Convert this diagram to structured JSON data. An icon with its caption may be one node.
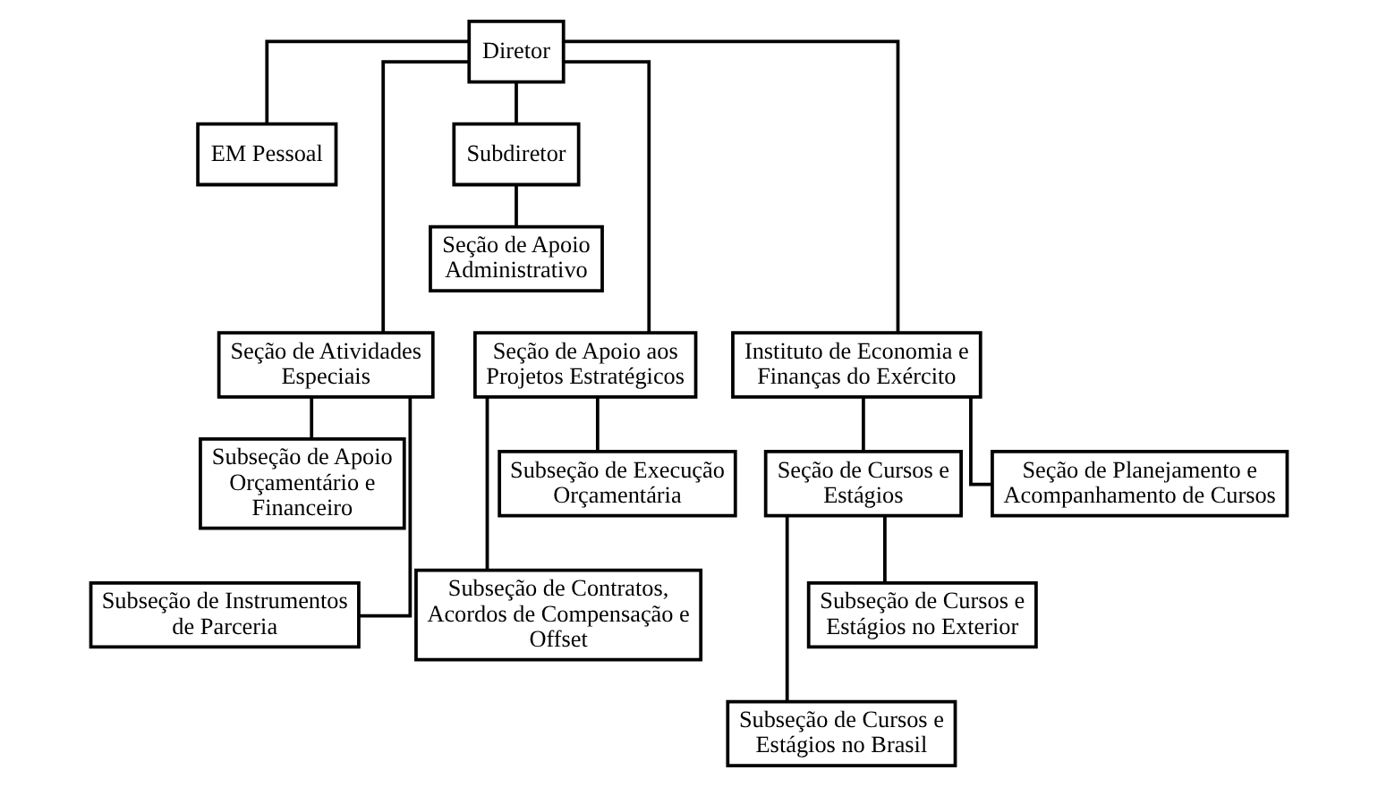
{
  "diagram": {
    "nodes": [
      {
        "text": [
          "Diretor"
        ]
      },
      {
        "text": [
          "EM Pessoal"
        ]
      },
      {
        "text": [
          "Subdiretor"
        ]
      },
      {
        "text": [
          "Seção de Apoio Administrativo"
        ]
      },
      {
        "text": [
          "Seção de Atividades Especiais"
        ]
      },
      {
        "text": [
          "Subseção de Apoio Orçamentário e Financeiro"
        ]
      },
      {
        "text": [
          "Subseção de Instrumentos de Parceria"
        ]
      },
      {
        "text": [
          "Seção de Apoio aos Projetos Estratégicos"
        ]
      },
      {
        "text": [
          "Subseção de Execução Orçamentária"
        ]
      },
      {
        "text": [
          "Subseção de Contratos, Acordos de Compensação e Offset"
        ]
      },
      {
        "text": [
          "Instituto de Economia e Finanças do Exército"
        ]
      },
      {
        "text": [
          "Seção de Cursos e Estágios"
        ]
      },
      {
        "text": [
          "Subseção de Cursos e Estágios no Exterior"
        ]
      },
      {
        "text": [
          "Subseção de Cursos e Estágios no Brasil"
        ]
      },
      {
        "text": [
          "Seção de Planejamento e Acompanhamento de Cursos"
        ]
      }
    ],
    "edges": [
      {
        "from": 0,
        "to": 1,
        "arrow": "none"
      },
      {
        "from": 0,
        "to": 2,
        "arrow": "none"
      },
      {
        "from": 2,
        "to": 3,
        "arrow": "none"
      },
      {
        "from": 0,
        "to": 4,
        "arrow": "none"
      },
      {
        "from": 0,
        "to": 7,
        "arrow": "none"
      },
      {
        "from": 0,
        "to": 10,
        "arrow": "none"
      },
      {
        "from": 4,
        "to": 5,
        "arrow": "none"
      },
      {
        "from": 4,
        "to": 6,
        "arrow": "none"
      },
      {
        "from": 7,
        "to": 8,
        "arrow": "none"
      },
      {
        "from": 7,
        "to": 9,
        "arrow": "none"
      },
      {
        "from": 10,
        "to": 11,
        "arrow": "none"
      },
      {
        "from": 11,
        "to": 12,
        "arrow": "none"
      },
      {
        "from": 11,
        "to": 13,
        "arrow": "none"
      },
      {
        "from": 10,
        "to": 14,
        "arrow": "none"
      }
    ]
  }
}
